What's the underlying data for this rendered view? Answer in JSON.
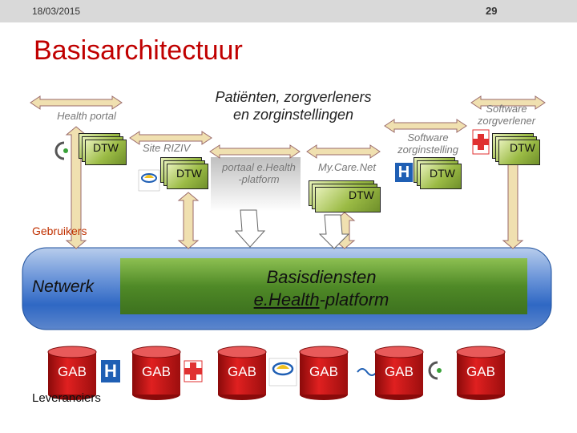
{
  "header": {
    "date": "18/03/2015",
    "page": "29"
  },
  "title": "Basisarchitectuur",
  "top_labels": {
    "center": [
      "Patiënten, zorgverleners",
      "en zorginstellingen"
    ],
    "health_portal": "Health portal",
    "site_riziv": "Site RIZIV",
    "portal": [
      "portaal e.Health",
      "-platform"
    ],
    "mycarenet": "My.Care.Net",
    "software_zorginstelling": [
      "Software",
      "zorginstelling"
    ],
    "software_zorgverlener": [
      "Software",
      "zorgverlener"
    ]
  },
  "dtw_label": "DTW",
  "band": {
    "gebruikers": "Gebruikers",
    "netwerk": "Netwerk",
    "basisdiensten": "Basisdiensten",
    "platform_prefix": "e.Health",
    "platform_suffix": "-platform"
  },
  "gab_label": "GAB",
  "leveranciers": "Leveranciers",
  "logos": {
    "hospital": "H"
  },
  "colors": {
    "title_red": "#c00000",
    "dtw_green": "#9bbb45",
    "gab_red": "#d81818",
    "pipe_blue": "#2f68c4",
    "center_green": "#4f8a1e",
    "arrow_fill": "#f0e0b0"
  }
}
